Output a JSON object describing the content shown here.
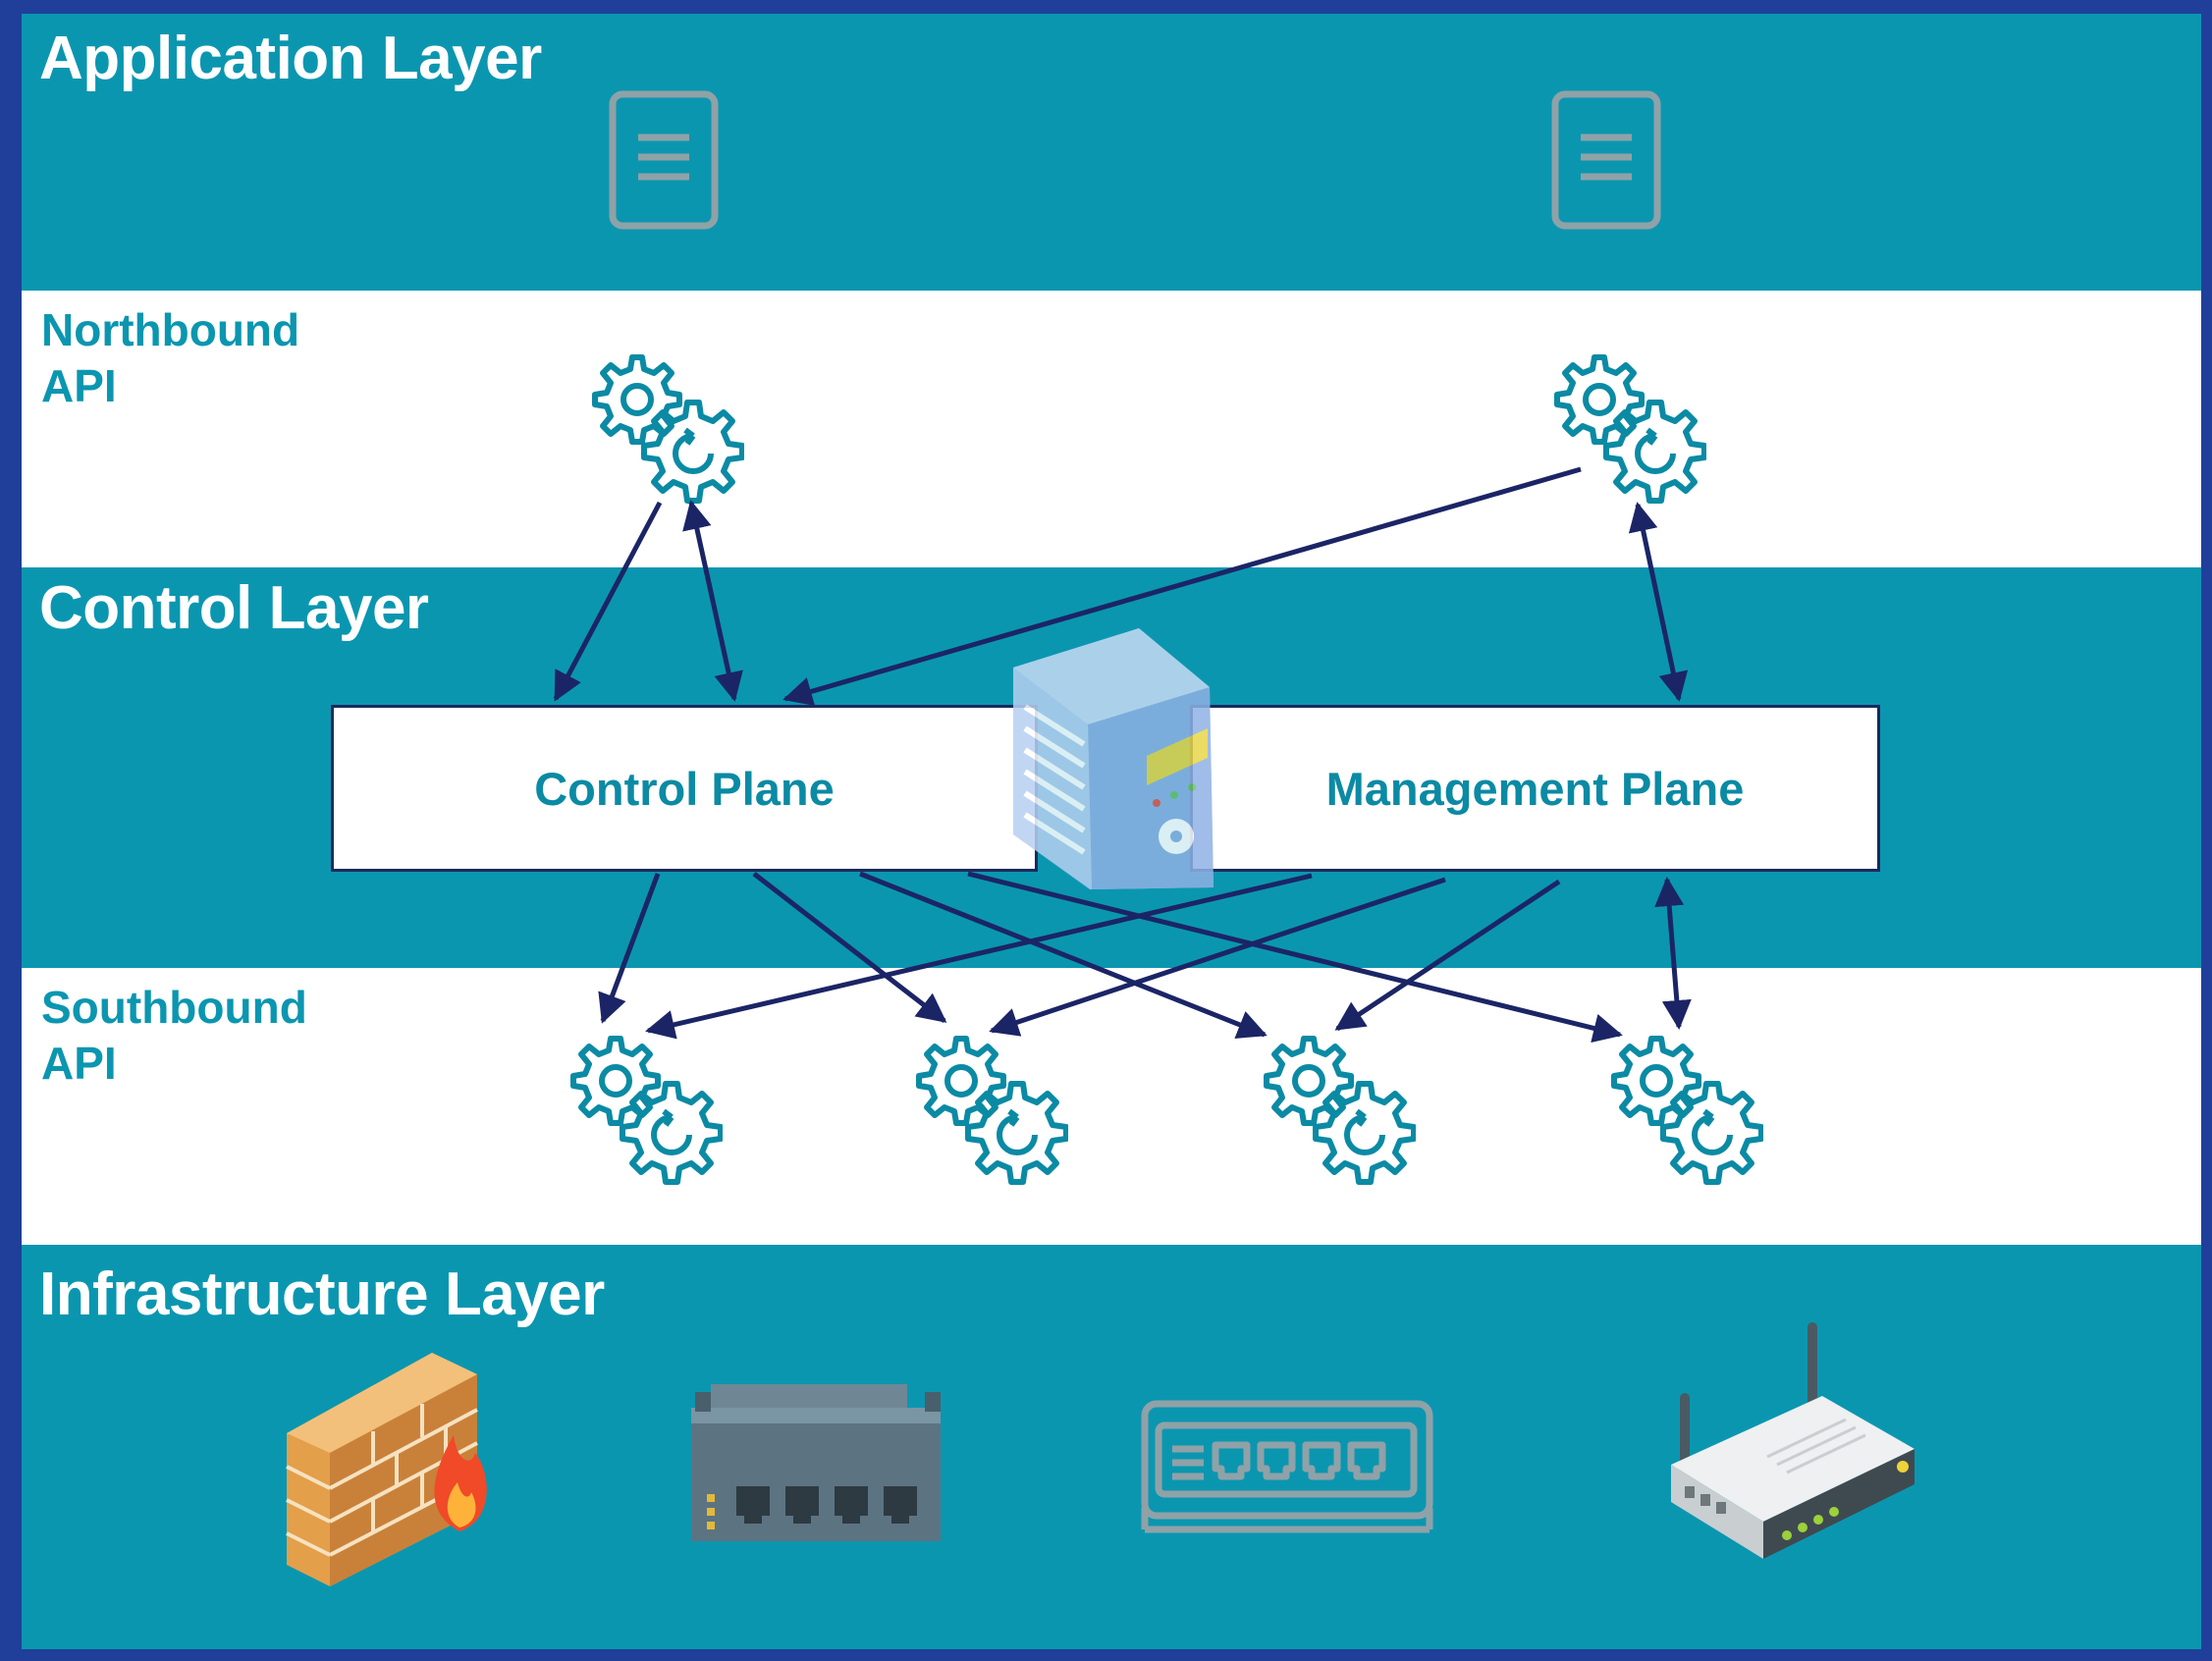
{
  "layers": {
    "application": "Application Layer",
    "control": "Control Layer",
    "infrastructure": "Infrastructure Layer"
  },
  "apis": {
    "northbound_line1": "Northbound",
    "northbound_line2": "API",
    "southbound_line1": "Southbound",
    "southbound_line2": "API"
  },
  "planes": {
    "control": "Control Plane",
    "management": "Management Plane"
  },
  "colors": {
    "teal": "#0b96b0",
    "arrow": "#1b2566",
    "frame": "#1f3f9a"
  },
  "icons": {
    "application": [
      "document-icon",
      "document-icon"
    ],
    "northbound": [
      "gears-icon",
      "gears-icon"
    ],
    "southbound": [
      "gears-icon",
      "gears-icon",
      "gears-icon",
      "gears-icon"
    ],
    "controller": "server-icon",
    "infrastructure": [
      "firewall-icon",
      "switch-icon",
      "patch-panel-icon",
      "wireless-router-icon"
    ]
  }
}
